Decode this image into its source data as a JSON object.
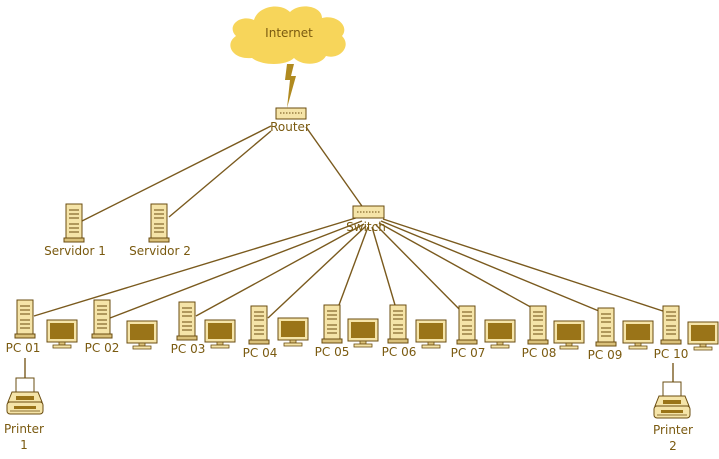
{
  "cloud": {
    "label": "Internet"
  },
  "router": {
    "label": "Router"
  },
  "switch": {
    "label": "Switch"
  },
  "servers": [
    {
      "label": "Servidor 1"
    },
    {
      "label": "Servidor 2"
    }
  ],
  "pcs": [
    {
      "label": "PC 01"
    },
    {
      "label": "PC 02"
    },
    {
      "label": "PC 03"
    },
    {
      "label": "PC 04"
    },
    {
      "label": "PC 05"
    },
    {
      "label": "PC 06"
    },
    {
      "label": "PC 07"
    },
    {
      "label": "PC 08"
    },
    {
      "label": "PC 09"
    },
    {
      "label": "PC 10"
    }
  ],
  "printers": [
    {
      "label_line1": "Printer",
      "label_line2": "1"
    },
    {
      "label_line1": "Printer",
      "label_line2": "2"
    }
  ],
  "colors": {
    "cloud": "#f7d55a",
    "device_fill": "#f5e4a8",
    "device_stroke": "#6a4c10",
    "monitor_screen": "#9a7418",
    "link": "#7a5a1e",
    "label": "#7a5a10",
    "bolt": "#b08a20"
  }
}
